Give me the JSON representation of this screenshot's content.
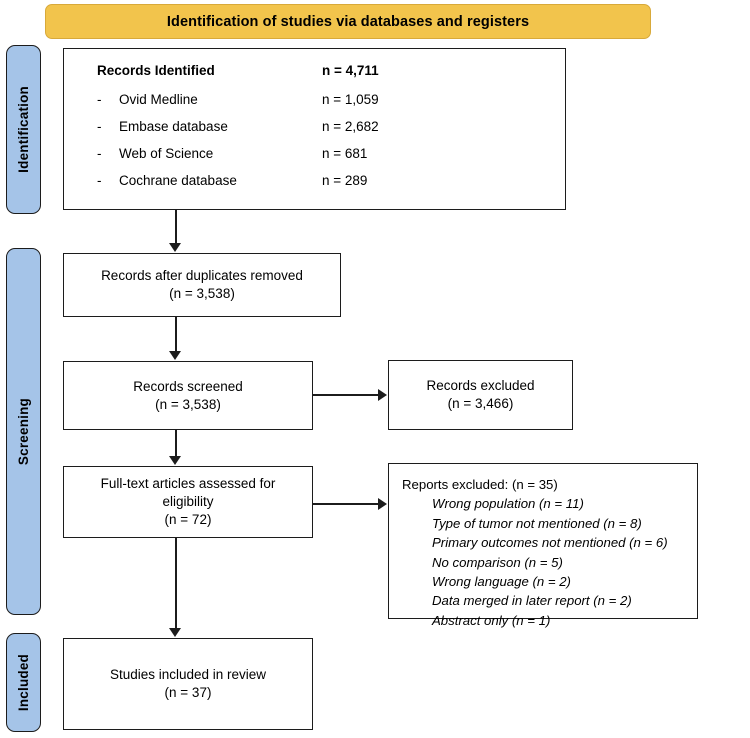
{
  "banner": {
    "title": "Identification of studies via databases and registers"
  },
  "stages": [
    {
      "key": "identification",
      "label": "Identification"
    },
    {
      "key": "screening",
      "label": "Screening"
    },
    {
      "key": "included",
      "label": "Included"
    }
  ],
  "colors": {
    "banner_fill": "#F2C44C",
    "stage_fill": "#A5C4E8",
    "box_border": "#1C1C1C",
    "box_fill": "#FFFFFF",
    "text": "#000000"
  },
  "identified": {
    "heading_label": "Records Identified",
    "heading_n": "n = 4,711",
    "sources": [
      {
        "dash": "-",
        "label": "Ovid Medline",
        "n": "n = 1,059"
      },
      {
        "dash": "-",
        "label": "Embase database",
        "n": "n = 2,682"
      },
      {
        "dash": "-",
        "label": "Web of Science",
        "n": "n = 681"
      },
      {
        "dash": "-",
        "label": "Cochrane database",
        "n": "n = 289"
      }
    ]
  },
  "duplicates": {
    "line1": "Records after duplicates removed",
    "line2": "(n = 3,538)"
  },
  "screened": {
    "line1": "Records screened",
    "line2": "(n = 3,538)"
  },
  "records_excluded": {
    "line1": "Records excluded",
    "line2": "(n = 3,466)"
  },
  "fulltext": {
    "line1": "Full-text articles assessed for",
    "line2": "eligibility",
    "line3": "(n = 72)"
  },
  "reports_excluded": {
    "heading": "Reports excluded: (n = 35)",
    "reasons": [
      "Wrong population (n = 11)",
      "Type of tumor not mentioned (n = 8)",
      "Primary outcomes not mentioned (n = 6)",
      "No comparison (n = 5)",
      "Wrong language (n = 2)",
      "Data merged in later report (n = 2)",
      "Abstract only (n = 1)"
    ]
  },
  "included": {
    "line1": "Studies included in review",
    "line2": "(n = 37)"
  }
}
